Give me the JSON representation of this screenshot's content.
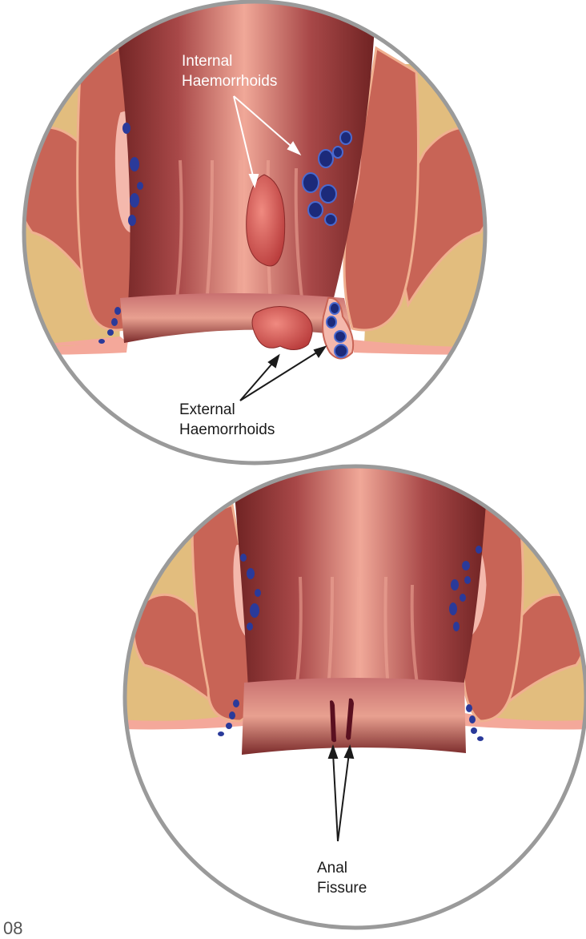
{
  "diagrams": [
    {
      "name": "haemorrhoids",
      "labels": {
        "internal": [
          "Internal",
          "Haemorrhoids"
        ],
        "external": [
          "External",
          "Haemorrhoids"
        ]
      }
    },
    {
      "name": "anal-fissure",
      "labels": {
        "fissure": [
          "Anal",
          "Fissure"
        ]
      }
    }
  ],
  "page_number": "08",
  "colors": {
    "circle_border": "#9a9a9a",
    "fat": "#e2bd7e",
    "muscle": "#c86456",
    "muscle_dark": "#a84a40",
    "canal_light": "#f0a898",
    "canal_dark": "#7a2a2a",
    "vein_outer": "#2a3a9a",
    "vein_inner": "#1c2a7a",
    "vein_bed": "#f4b8ac",
    "haemorrhoid": "#d85a5a",
    "fissure": "#5a1020"
  }
}
